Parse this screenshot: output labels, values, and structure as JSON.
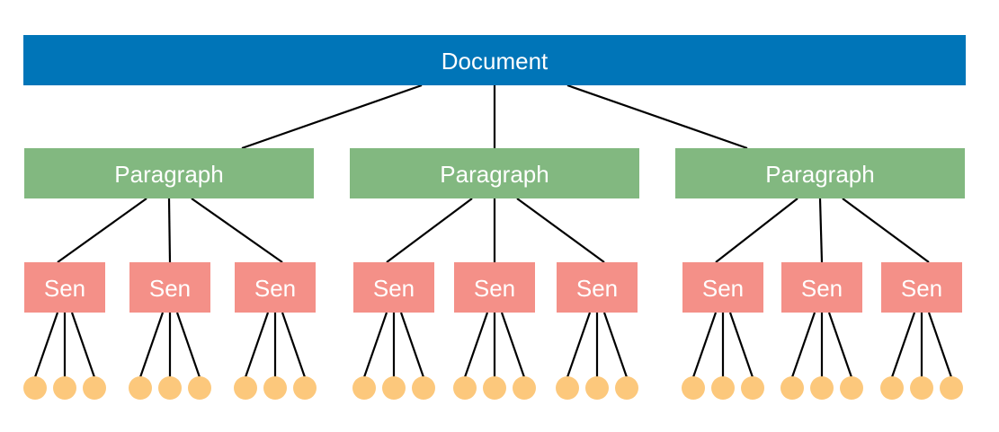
{
  "colors": {
    "document": "#0075B8",
    "paragraph": "#82B880",
    "sentence": "#F49088",
    "word": "#FCC87C",
    "edge": "#000000",
    "text": "#FFFFFF"
  },
  "tree": {
    "label": "Document",
    "children": [
      {
        "label": "Paragraph",
        "children": [
          {
            "label": "Sen",
            "words": 3
          },
          {
            "label": "Sen",
            "words": 3
          },
          {
            "label": "Sen",
            "words": 3
          }
        ]
      },
      {
        "label": "Paragraph",
        "children": [
          {
            "label": "Sen",
            "words": 3
          },
          {
            "label": "Sen",
            "words": 3
          },
          {
            "label": "Sen",
            "words": 3
          }
        ]
      },
      {
        "label": "Paragraph",
        "children": [
          {
            "label": "Sen",
            "words": 3
          },
          {
            "label": "Sen",
            "words": 3
          },
          {
            "label": "Sen",
            "words": 3
          }
        ]
      }
    ]
  }
}
